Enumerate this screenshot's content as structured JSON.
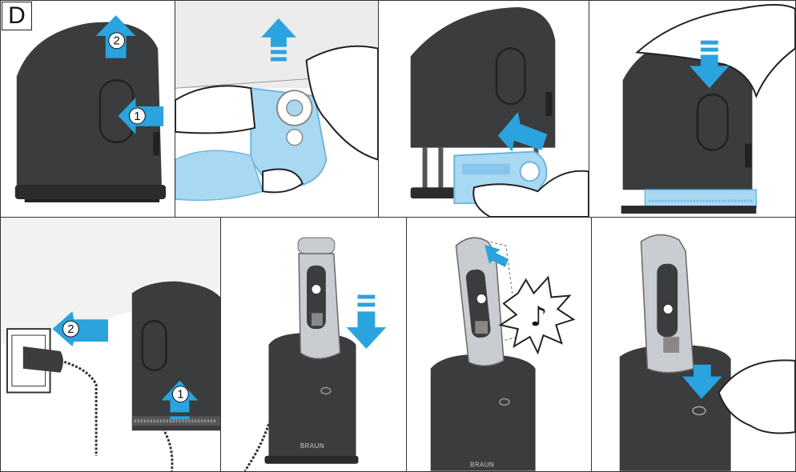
{
  "section": {
    "label": "D"
  },
  "steps": {
    "badge_1": "1",
    "badge_2": "2"
  },
  "brand": {
    "text": "BRAUN"
  },
  "sound": {
    "glyph": "♪"
  },
  "colors": {
    "body": "#3b3c3e",
    "body_dark": "#2a2b2d",
    "cartridge": "#a9d8f2",
    "cartridge_edge": "#6fb6df",
    "arrow": "#2aa3de",
    "hand_stroke": "#222222",
    "shaver_metal": "#c9ccd0"
  },
  "icons": {
    "arrow_up": "arrow-up-icon",
    "arrow_down": "arrow-down-icon",
    "arrow_left": "arrow-left-icon",
    "sound_burst": "music-note-burst-icon"
  }
}
